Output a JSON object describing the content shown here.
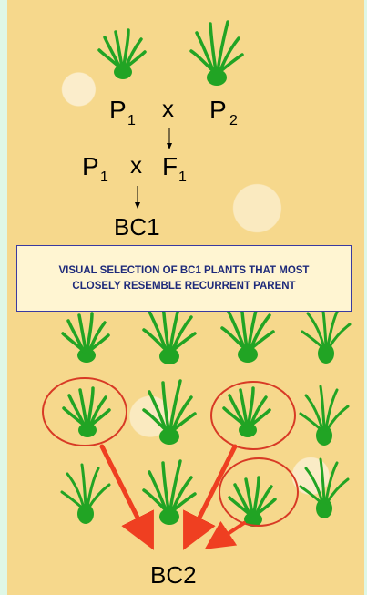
{
  "diagram": {
    "parent1": "P",
    "parent1_sub": "1",
    "parent2": "P",
    "parent2_sub": "2",
    "cross_symbol": "x",
    "f1": "F",
    "f1_sub": "1",
    "bc1_label": "BC1",
    "selection_text": "VISUAL SELECTION OF BC1 PLANTS THAT MOST CLOSELY RESEMBLE RECURRENT PARENT",
    "bc2_label": "BC2"
  },
  "colors": {
    "plant": "#21a424",
    "selection_circle": "#d83a25",
    "arrow": "#ef3f21",
    "banner_border": "#3a3aa0",
    "background": "#f6d88c"
  }
}
